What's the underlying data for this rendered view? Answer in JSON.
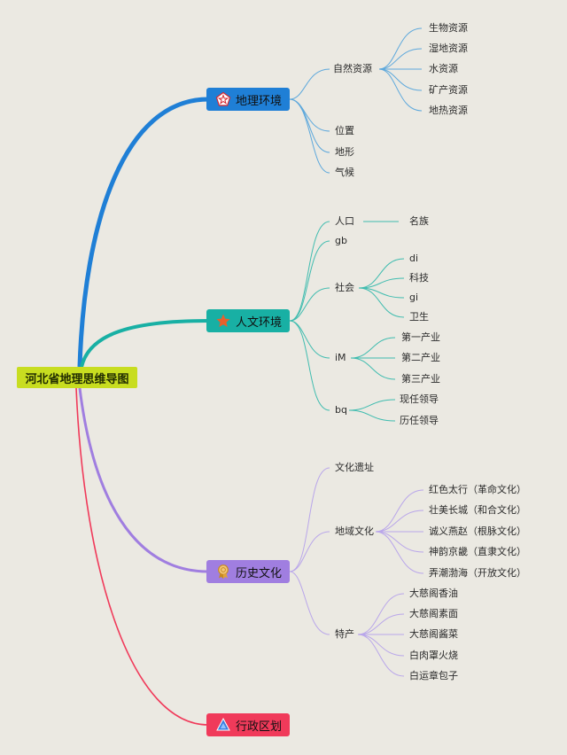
{
  "root": {
    "label": "河北省地理思维导图"
  },
  "branches": {
    "geo": {
      "label": "地理环境",
      "icon": "pentagon-star-icon",
      "color": "#1f7fd6",
      "natural": {
        "label": "自然资源",
        "items": [
          "生物资源",
          "湿地资源",
          "水资源",
          "矿产资源",
          "地热资源"
        ]
      },
      "others": [
        "位置",
        "地形",
        "气候"
      ]
    },
    "human": {
      "label": "人文环境",
      "icon": "star-icon",
      "color": "#18b0a4",
      "population": {
        "label": "人口",
        "child": "名族"
      },
      "gb": "gb",
      "society": {
        "label": "社会",
        "items": [
          "di",
          "科技",
          "gi",
          "卫生"
        ]
      },
      "im": {
        "label": "iM",
        "items": [
          "第一产业",
          "第二产业",
          "第三产业"
        ]
      },
      "bq": {
        "label": "bq",
        "items": [
          "现任领导",
          "历任领导"
        ]
      }
    },
    "history": {
      "label": "历史文化",
      "icon": "medal-icon",
      "color": "#a07ee0",
      "sites": "文化遗址",
      "regional": {
        "label": "地域文化",
        "items": [
          "红色太行（革命文化）",
          "壮美长城（和合文化）",
          "诚义燕赵（根脉文化）",
          "神韵京畿（直隶文化）",
          "弄潮渤海（开放文化）"
        ]
      },
      "specialty": {
        "label": "特产",
        "items": [
          "大慈阁香油",
          "大慈阁素面",
          "大慈阁酱菜",
          "白肉罩火烧",
          "白运章包子"
        ]
      }
    },
    "admin": {
      "label": "行政区划",
      "icon": "triangle-badge-icon",
      "color": "#f03a5a"
    }
  }
}
